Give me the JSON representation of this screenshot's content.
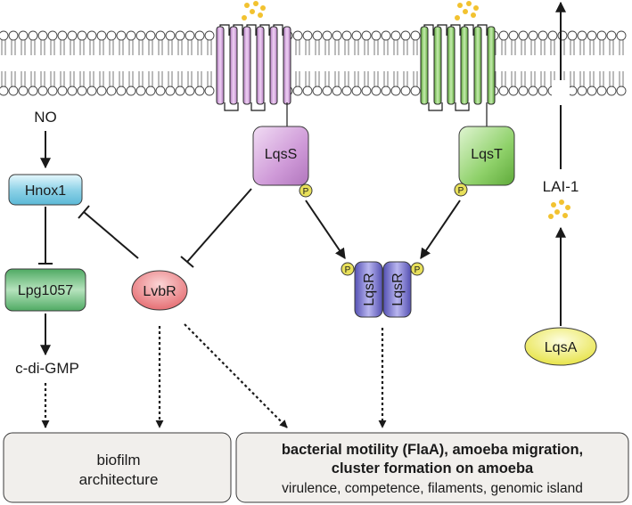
{
  "colors": {
    "lqss": "#cf9ad8",
    "lqst": "#8fd16a",
    "hnox1": "#8fd3e8",
    "lpg1057": "#7fc88f",
    "lvbr": "#ee8f93",
    "lqsr": "#8a86d6",
    "lqsa": "#f2f08a",
    "phospho": "#e8e05a",
    "ligand": "#f2c230",
    "output_fill": "#f1efec"
  },
  "nodes": {
    "no": "NO",
    "hnox1": "Hnox1",
    "lpg1057": "Lpg1057",
    "cdigmp": "c-di-GMP",
    "lvbr": "LvbR",
    "lqss": "LqsS",
    "lqst": "LqsT",
    "lqsr": "LqsR",
    "lai1": "LAI-1",
    "lqsa": "LqsA",
    "phospho": "P"
  },
  "outputs": {
    "left_line1": "biofilm",
    "left_line2": "architecture",
    "right_bold1": "bacterial motility (FlaA), amoeba migration,",
    "right_bold2": "cluster formation on amoeba",
    "right_normal": "virulence, competence, filaments, genomic island"
  }
}
